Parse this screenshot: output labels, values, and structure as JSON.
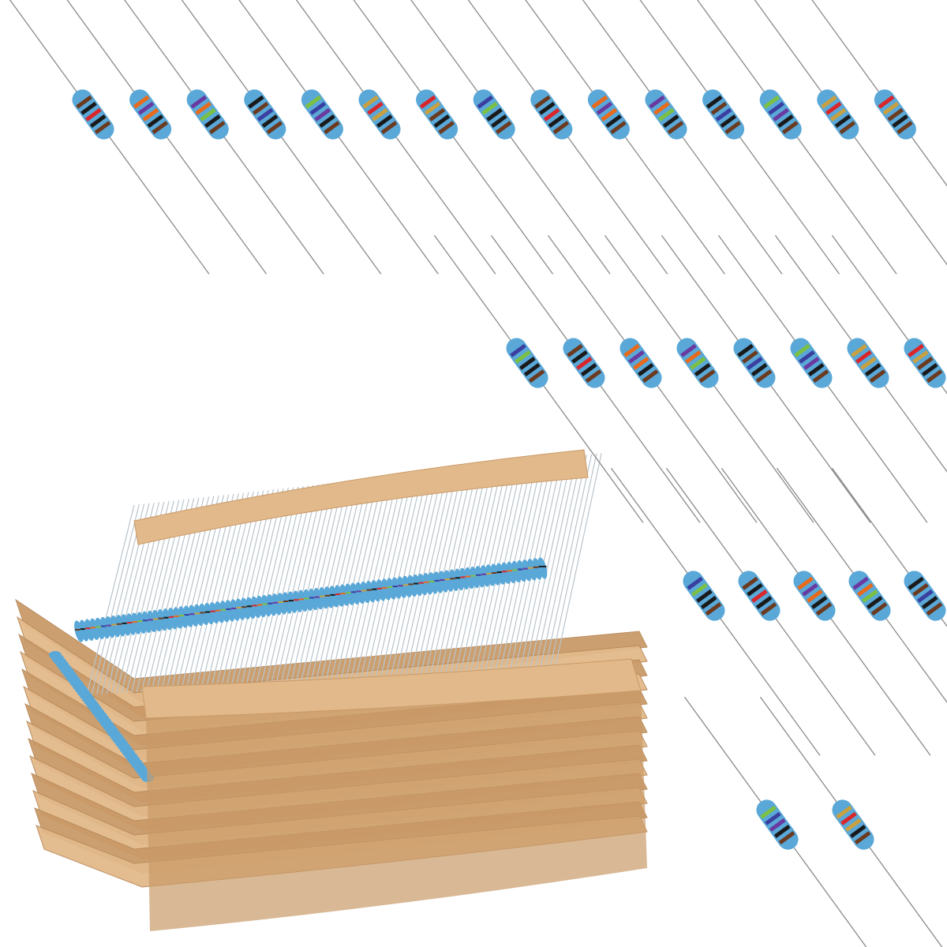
{
  "image": {
    "subject": "resistor-assortment",
    "colors": {
      "background": "#ffffff",
      "resistor_body": "#5aa8d8",
      "lead": "#8a8a8a",
      "tape": "#e2b98a",
      "tape_shadow": "#c99a68",
      "bands": [
        "#6b3a1f",
        "#1a1a1a",
        "#d8262a",
        "#e86a1a",
        "#7bc043",
        "#3a3fa0",
        "#6a3aa0",
        "#c8a040"
      ]
    },
    "loose_resistor_rows": [
      15,
      8,
      5,
      2
    ]
  }
}
